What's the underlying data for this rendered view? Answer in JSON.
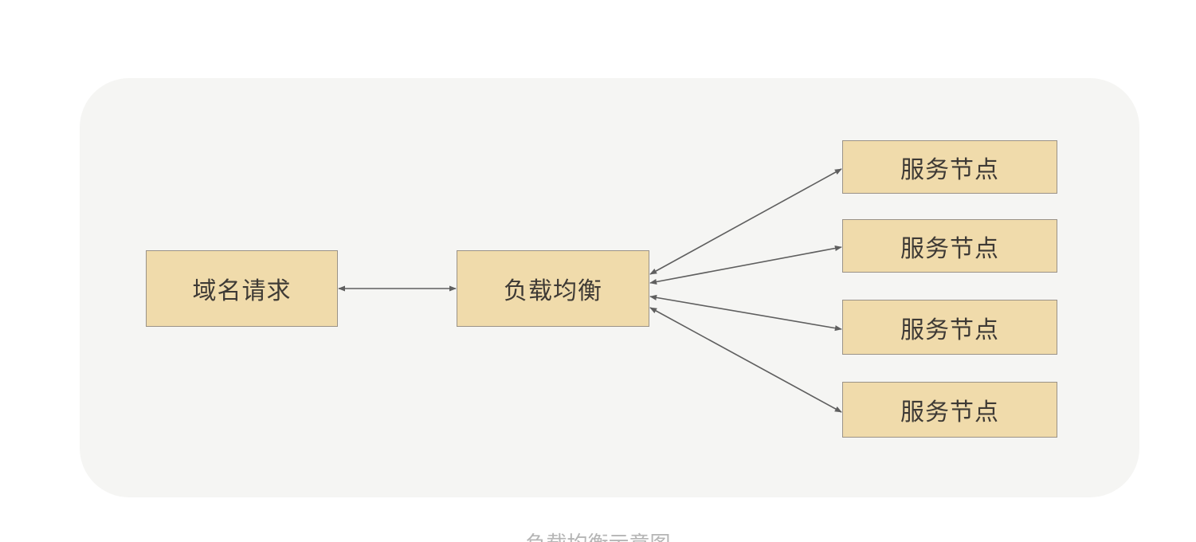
{
  "diagram": {
    "nodes": {
      "request": "域名请求",
      "load_balancer": "负载均衡",
      "services": [
        "服务节点",
        "服务节点",
        "服务节点",
        "服务节点"
      ]
    },
    "caption": "负载均衡示意图",
    "colors": {
      "panel_background": "#f5f5f3",
      "node_fill": "#f0dbab",
      "node_border": "#9a9287",
      "arrow": "#5f5f5f",
      "text": "#3e3a35"
    },
    "edges": [
      {
        "from": "request",
        "to": "load_balancer",
        "bidirectional": true
      },
      {
        "from": "load_balancer",
        "to": "services.0",
        "bidirectional": true
      },
      {
        "from": "load_balancer",
        "to": "services.1",
        "bidirectional": true
      },
      {
        "from": "load_balancer",
        "to": "services.2",
        "bidirectional": true
      },
      {
        "from": "load_balancer",
        "to": "services.3",
        "bidirectional": true
      }
    ]
  }
}
